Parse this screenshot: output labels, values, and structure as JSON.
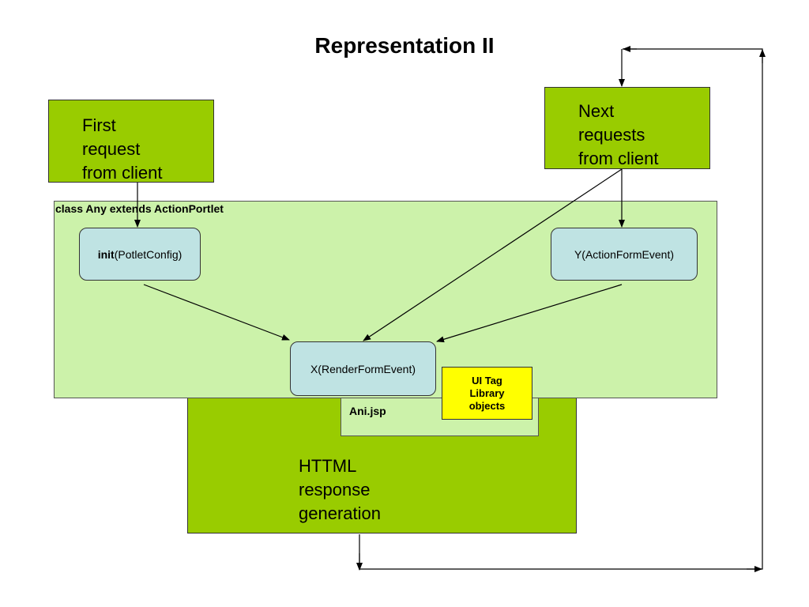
{
  "title": "Representation II",
  "first_request": "First\nrequest\nfrom client",
  "next_requests": "Next\nrequests\nfrom client",
  "class_label": "class Any extends ActionPortlet",
  "init_method": {
    "bold": "init",
    "rest": "(PotletConfig)"
  },
  "y_method": "Y(ActionFormEvent)",
  "x_method": "X(RenderFormEvent)",
  "jsp_label": "Ani.jsp",
  "ui_tag": "UI Tag\nLibrary\nobjects",
  "response": "HTTML\nresponse\ngeneration",
  "colors": {
    "green": "#99cc00",
    "pale_green": "#ccf2aa",
    "light_blue": "#bfe3e3",
    "yellow": "#ffff00"
  }
}
